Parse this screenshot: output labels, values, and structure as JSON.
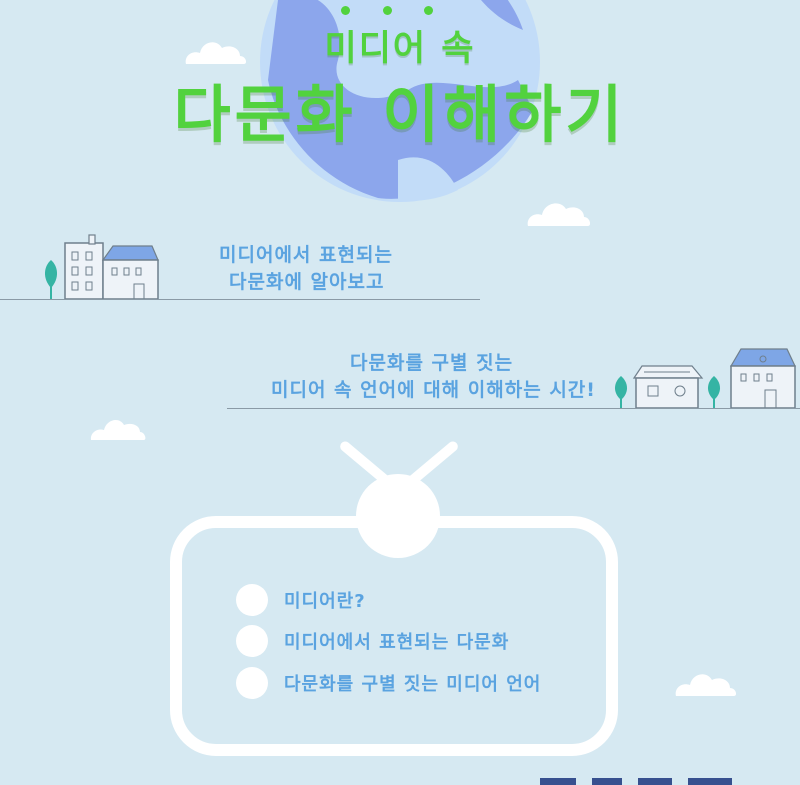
{
  "colors": {
    "background": "#d6e9f2",
    "title_green": "#52d23e",
    "text_blue": "#5aa3e0",
    "globe_light": "#c2dcf8",
    "globe_dark": "#8ca6ec",
    "tree_teal": "#35b4a4",
    "tv_white": "#ffffff"
  },
  "title": {
    "line1": "미디어 속",
    "line2": "다문화 이해하기"
  },
  "intro": {
    "line1": "미디어에서 표현되는",
    "line2": "다문화에 알아보고"
  },
  "outro": {
    "line1": "다문화를 구별 짓는",
    "line2": "미디어 속 언어에 대해 이해하는 시간!"
  },
  "menu": {
    "items": [
      {
        "label": "미디어란?"
      },
      {
        "label": "미디어에서 표현되는 다문화"
      },
      {
        "label": "다문화를 구별 짓는 미디어 언어"
      }
    ]
  },
  "icons": [
    "globe-icon",
    "cloud-icon",
    "house-icon",
    "tree-icon",
    "tv-icon"
  ]
}
